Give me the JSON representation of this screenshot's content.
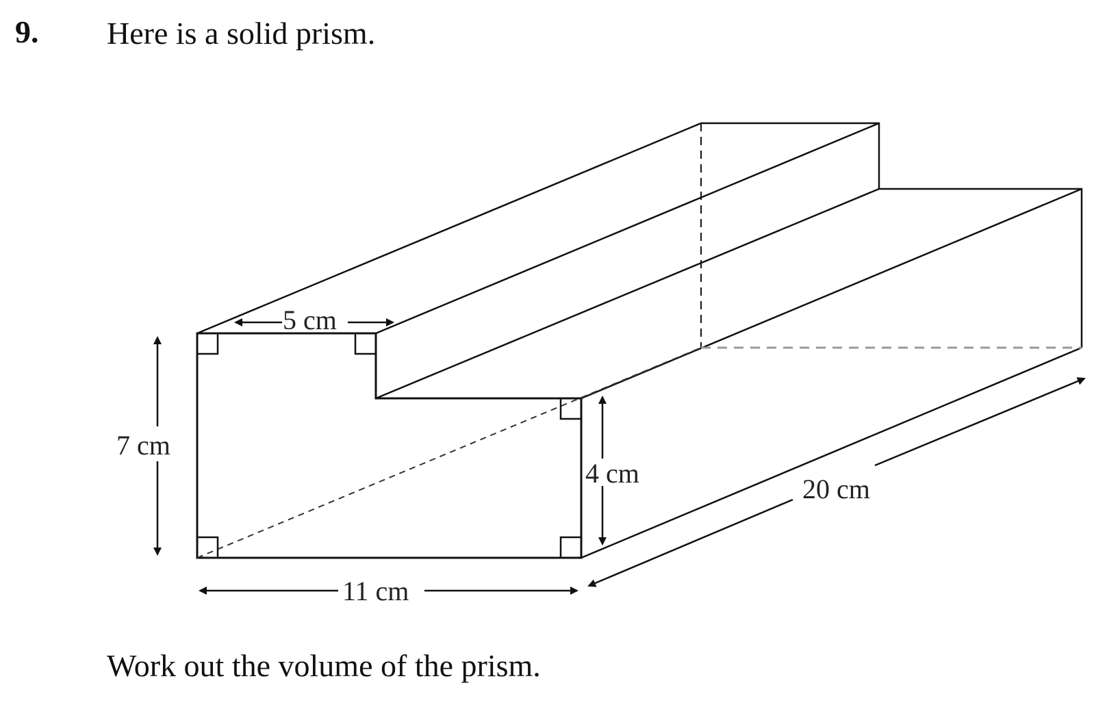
{
  "question": {
    "number": "9.",
    "stem": "Here is a solid prism.",
    "prompt": "Work out the volume of the prism."
  },
  "diagram": {
    "labels": {
      "top_width": "5 cm",
      "height": "7 cm",
      "step_height": "4 cm",
      "base_width": "11 cm",
      "length": "20 cm"
    }
  }
}
